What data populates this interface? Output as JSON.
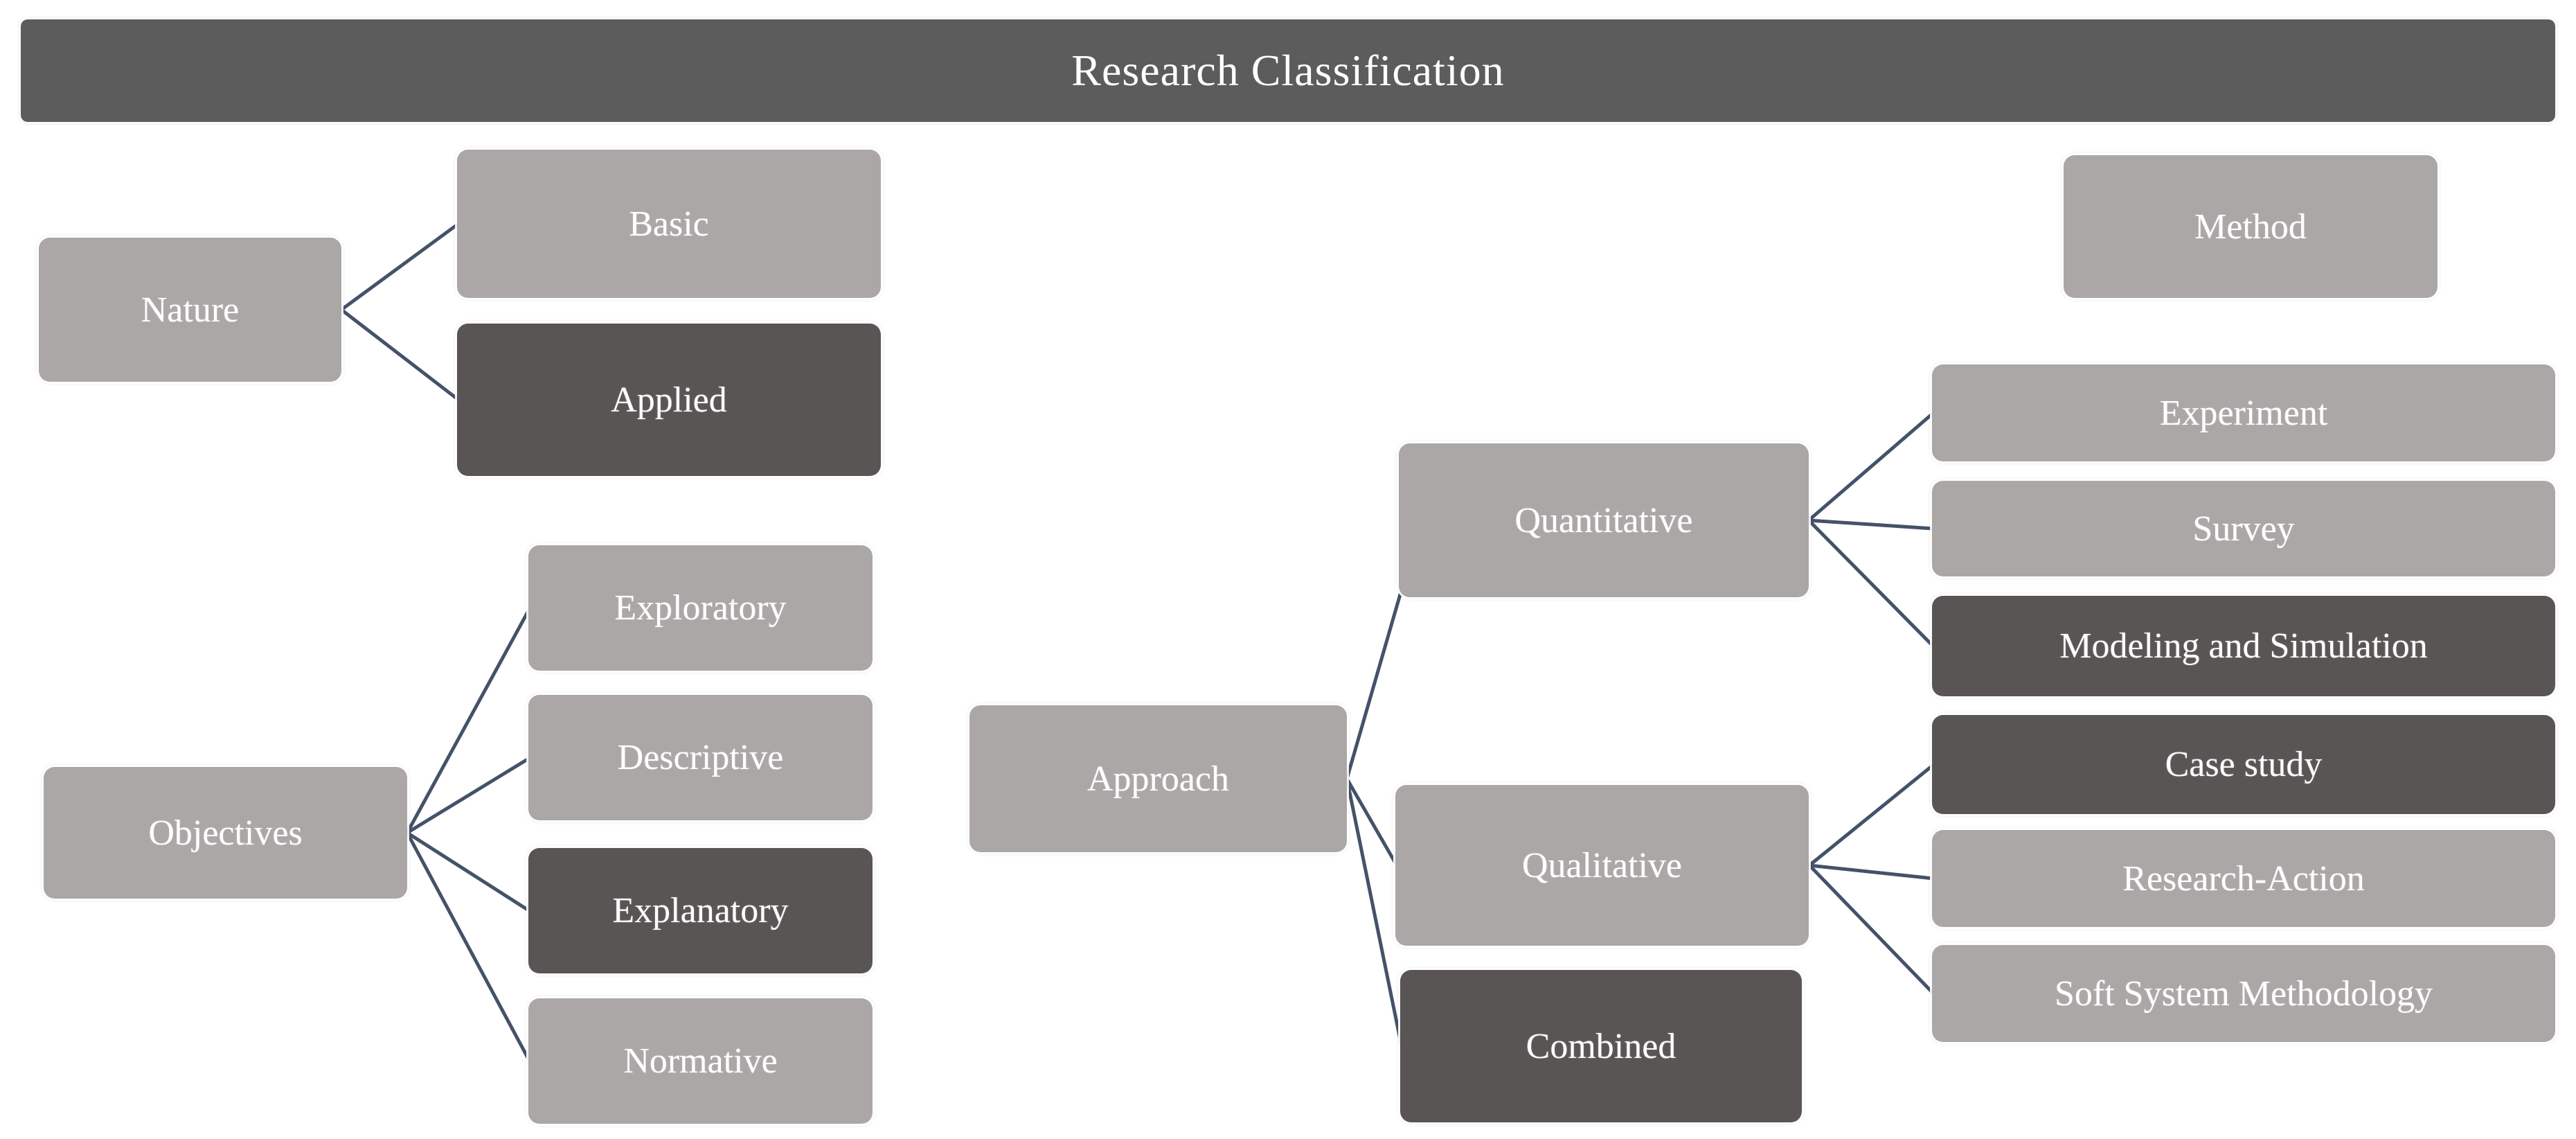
{
  "title": "Research Classification",
  "colors": {
    "background": "#ffffff",
    "bar": "#5c5c5c",
    "node_light": "#aca7a7",
    "node_dark": "#595555",
    "connector": "#445269",
    "text_on_node": "#ffffff"
  },
  "nodes": {
    "nature": {
      "label": "Nature",
      "variant": "light"
    },
    "basic": {
      "label": "Basic",
      "variant": "light"
    },
    "applied": {
      "label": "Applied",
      "variant": "dark"
    },
    "objectives": {
      "label": "Objectives",
      "variant": "light"
    },
    "exploratory": {
      "label": "Exploratory",
      "variant": "light"
    },
    "descriptive": {
      "label": "Descriptive",
      "variant": "light"
    },
    "explanatory": {
      "label": "Explanatory",
      "variant": "dark"
    },
    "normative": {
      "label": "Normative",
      "variant": "light"
    },
    "approach": {
      "label": "Approach",
      "variant": "light"
    },
    "quantitative": {
      "label": "Quantitative",
      "variant": "light"
    },
    "qualitative": {
      "label": "Qualitative",
      "variant": "light"
    },
    "combined": {
      "label": "Combined",
      "variant": "dark"
    },
    "method": {
      "label": "Method",
      "variant": "light"
    },
    "experiment": {
      "label": "Experiment",
      "variant": "light"
    },
    "survey": {
      "label": "Survey",
      "variant": "light"
    },
    "modeling_and_simulation": {
      "label": "Modeling and Simulation",
      "variant": "dark"
    },
    "case_study": {
      "label": "Case study",
      "variant": "dark"
    },
    "research_action": {
      "label": "Research-Action",
      "variant": "light"
    },
    "soft_system_methodology": {
      "label": "Soft System Methodology",
      "variant": "light"
    }
  },
  "edges": [
    [
      "nature",
      "basic"
    ],
    [
      "nature",
      "applied"
    ],
    [
      "objectives",
      "exploratory"
    ],
    [
      "objectives",
      "descriptive"
    ],
    [
      "objectives",
      "explanatory"
    ],
    [
      "objectives",
      "normative"
    ],
    [
      "approach",
      "quantitative"
    ],
    [
      "approach",
      "qualitative"
    ],
    [
      "approach",
      "combined"
    ],
    [
      "quantitative",
      "experiment"
    ],
    [
      "quantitative",
      "survey"
    ],
    [
      "quantitative",
      "modeling_and_simulation"
    ],
    [
      "qualitative",
      "case_study"
    ],
    [
      "qualitative",
      "research_action"
    ],
    [
      "qualitative",
      "soft_system_methodology"
    ]
  ]
}
